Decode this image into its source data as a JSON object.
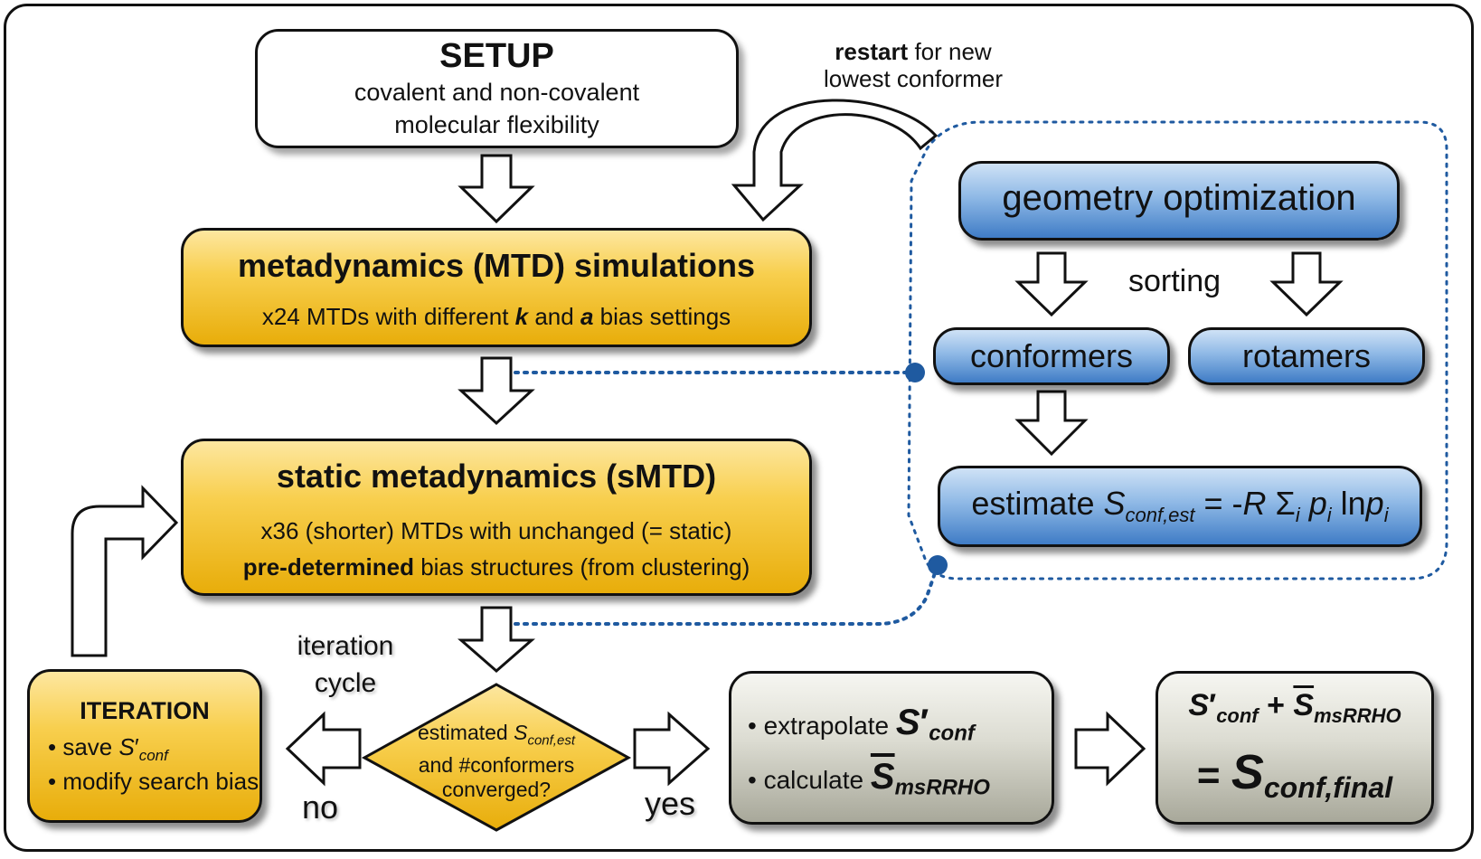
{
  "setup": {
    "title": "SETUP",
    "line1": "covalent and non-covalent",
    "line2": "molecular flexibility"
  },
  "restart": {
    "bold": "restart",
    "rest": " for new",
    "line2": "lowest conformer"
  },
  "mtd": {
    "title": "metadynamics (MTD) simulations",
    "pre": "x24 MTDs with different ",
    "k": "k",
    "and": " and ",
    "a": "a",
    "post": " bias settings"
  },
  "smtd": {
    "title": "static metadynamics (sMTD)",
    "line1": "x36 (shorter) MTDs with unchanged (= static)",
    "bold2": "pre-determined",
    "rest2": " bias structures (from clustering)"
  },
  "geo": {
    "title": "geometry optimization"
  },
  "sorting": "sorting",
  "conformers": "conformers",
  "rotamers": "rotamers",
  "estimate": {
    "pre": "estimate ",
    "S": "S",
    "sub": "conf,est",
    "eq": " = -",
    "R": "R",
    "sum": " Σ",
    "i1": "i",
    "p1": " p",
    "i2": "i",
    "ln": " ln",
    "p2": "p",
    "i3": "i"
  },
  "iteration_cycle": {
    "line1": "iteration",
    "line2": "cycle"
  },
  "iteration": {
    "title": "ITERATION",
    "save_pre": "• save ",
    "S": "S",
    "prime": "′",
    "sub": "conf",
    "modify": "• modify search bias"
  },
  "decision": {
    "line1_pre": "estimated ",
    "S": "S",
    "sub": "conf,est",
    "line2": "and #conformers",
    "line3": "converged?"
  },
  "no": "no",
  "yes": "yes",
  "extrap": {
    "line1": "• extrapolate ",
    "S": "S",
    "prime": "′",
    "sub": "conf",
    "line2": "• calculate ",
    "Sbar": "S",
    "sub2": "msRRHO"
  },
  "final": {
    "S": "S",
    "prime": "′",
    "sub": "conf",
    "plus": " + ",
    "Sbar": "S",
    "sub2": "msRRHO",
    "eq": "= ",
    "S2": "S",
    "sub3": "conf,final"
  },
  "colors": {
    "gold": "#f2bf1e",
    "blue": "#5b93d4",
    "grey": "#cfcfc4",
    "dotted": "#1f5aa0"
  }
}
